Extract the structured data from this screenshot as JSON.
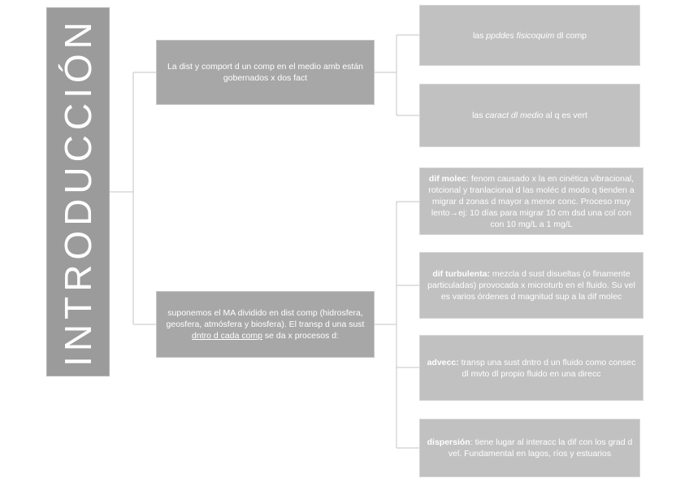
{
  "title": "INTRODUCCIÓN",
  "colors": {
    "title_bg": "#9b9b9b",
    "mid_bg": "#a7a7a7",
    "leaf_bg": "#c1c1c1",
    "connector": "#c6c6c6",
    "text": "#ffffff"
  },
  "nodes": {
    "factors": {
      "text": "La dist y comport d un comp en el medio amb están gobernados x dos fact"
    },
    "compartments": {
      "pre": "suponemos el MA dividido en dist comp (hidrosfera, geosfera, atmósfera y biosfera). El transp d una sust ",
      "underline": "dntro d cada comp",
      "post": " se da x procesos d:"
    },
    "properties": {
      "pre": "las ",
      "italic": "ppddes fisicoquim",
      "post": " dl comp"
    },
    "medium": {
      "pre": "las ",
      "italic": "caract dl medio",
      "post": " al q es vert"
    },
    "dif_molec": {
      "term": "dif molec",
      "rest": ": fenom causado x la en cinética vibracional, rotcional y tranlacional d las moléc d modo q tienden a migrar d zonas d mayor a menor conc. Proceso muy lento→ej: 10 días para migrar 10 cm dsd una col con con 10 mg/L a 1 mg/L"
    },
    "dif_turbulenta": {
      "term": "dif turbulenta:",
      "rest": " mezcla d sust disueltas (o finamente particuladas) provocada x microturb en el fluido. Su vel es varios órdenes d magnitud sup a la dif molec"
    },
    "adveccion": {
      "term": "advecc:",
      "rest": " transp una sust dntro d un fluido como consec dl mvto dl propio fluido en una direcc"
    },
    "dispersion": {
      "term": "dispersión",
      "rest": ": tiene lugar al interacc la dif con los grad d vel. Fundamental en lagos, ríos y estuarios"
    }
  }
}
